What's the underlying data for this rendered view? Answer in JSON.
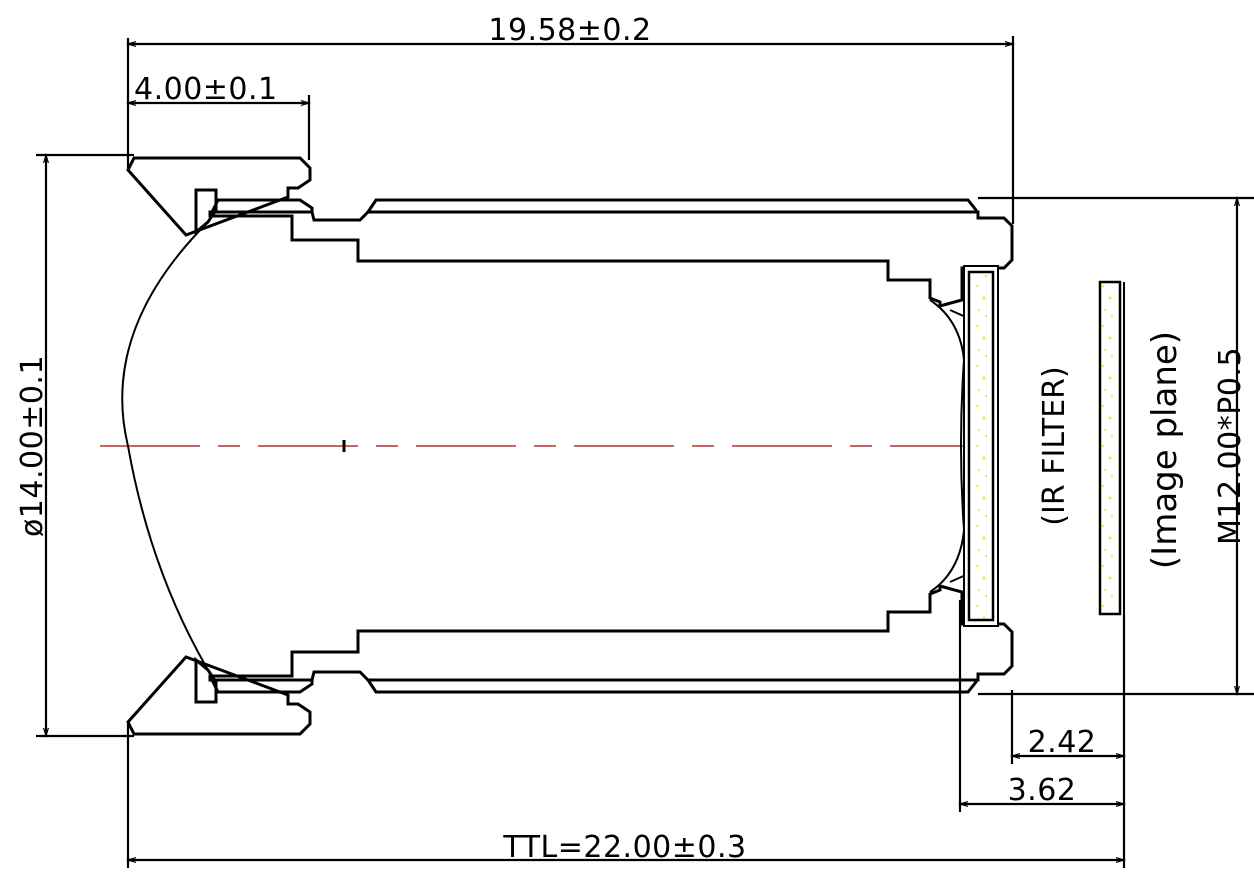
{
  "drawing": {
    "type": "lens-cross-section",
    "colors": {
      "line": "#000000",
      "barrel_hatch": "#f2ef2a",
      "spacer_hatch": "#d23ad6",
      "centerline": "#b03030",
      "glass_speckle": "#f0ea50",
      "background": "#ffffff"
    },
    "dimensions": {
      "overall_barrel_length": "19.58±0.2",
      "front_cap_length": "4.00±0.1",
      "outer_diameter": "ø14.00±0.1",
      "thread_spec": "M12.00*P0.5",
      "filter_to_image": "2.42",
      "back_focal": "3.62",
      "total_track_length": "TTL=22.00±0.3"
    },
    "labels": {
      "ir_filter": "(IR FILTER)",
      "image_plane": "(Image plane)"
    }
  }
}
